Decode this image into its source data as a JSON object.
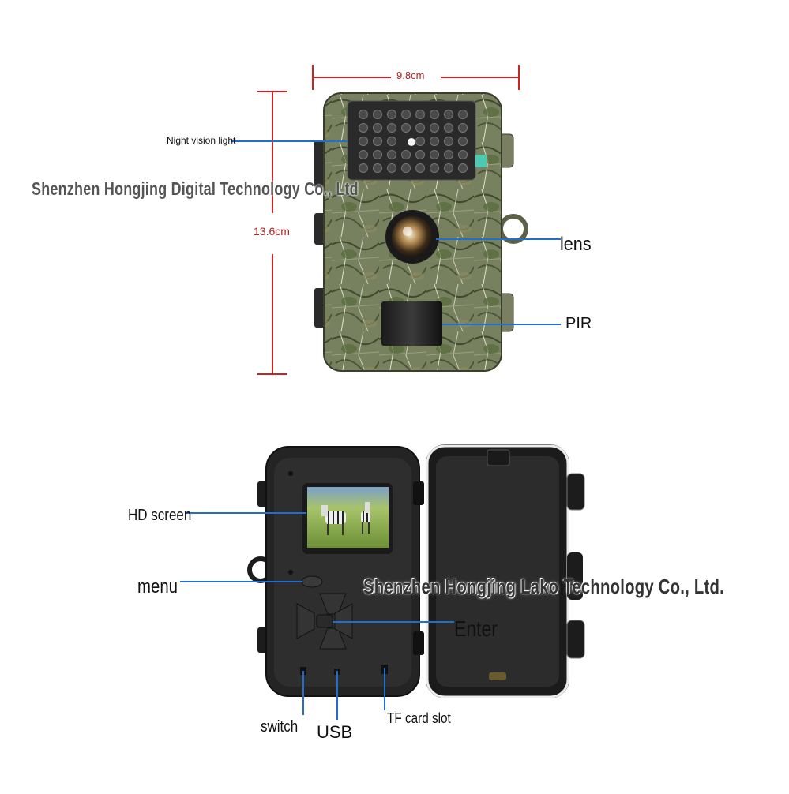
{
  "dimensions": {
    "width": "9.8cm",
    "height": "13.6cm"
  },
  "labels": {
    "night_vision": "Night vision light",
    "lens": "lens",
    "pir": "PIR",
    "hd_screen": "HD screen",
    "menu": "menu",
    "enter": "Enter",
    "switch": "switch",
    "usb": "USB",
    "tf_card": "TF card slot"
  },
  "watermarks": {
    "top": "Shenzhen Hongjing Digital Technology Co., Ltd",
    "bottom": "Shenzhen Hongjing Lako Technology Co., Ltd."
  },
  "colors": {
    "dimension_lines": "#d02020",
    "callout_lines": "#1f6fd1",
    "camo_base": "#6b7a55",
    "camera_back": "#2b2b2b"
  }
}
